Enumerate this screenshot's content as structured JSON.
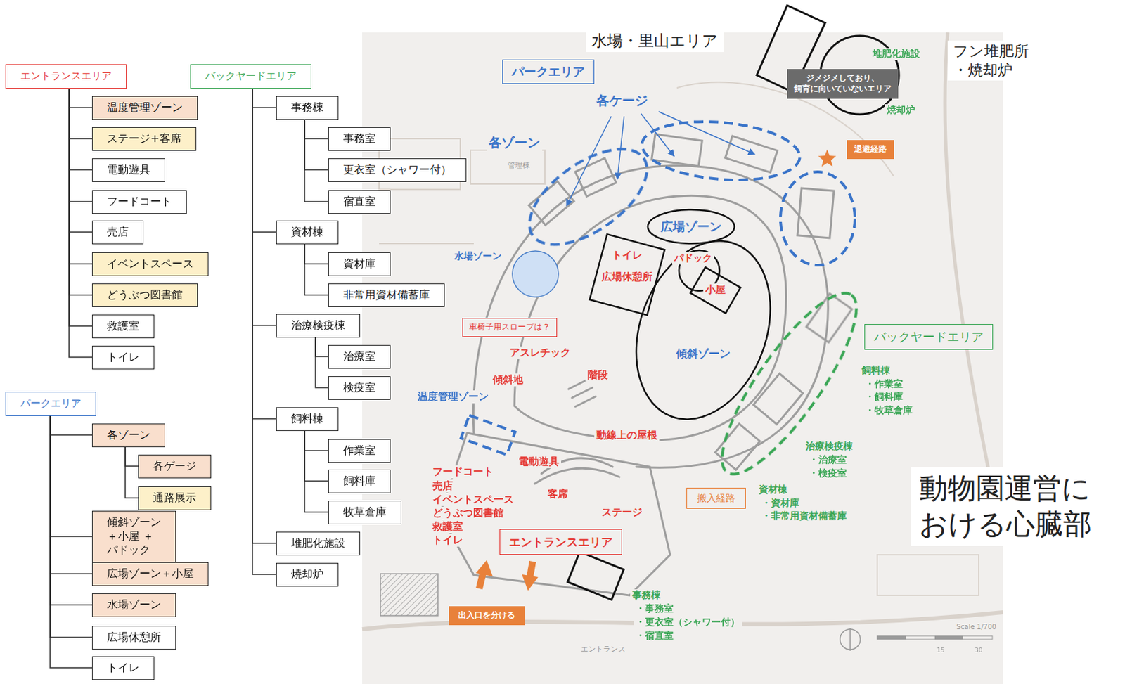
{
  "diagram": {
    "nodes": [
      {
        "text": [
          "エントランスエリア"
        ]
      },
      {
        "text": [
          "温度管理ゾーン"
        ]
      },
      {
        "text": [
          "ステージ+客席"
        ]
      },
      {
        "text": [
          "電動遊具"
        ]
      },
      {
        "text": [
          "フードコート"
        ]
      },
      {
        "text": [
          "売店"
        ]
      },
      {
        "text": [
          "イベントスペース"
        ]
      },
      {
        "text": [
          "どうぶつ図書館"
        ]
      },
      {
        "text": [
          "救護室"
        ]
      },
      {
        "text": [
          "トイレ"
        ]
      },
      {
        "text": [
          "バックヤードエリア"
        ]
      },
      {
        "text": [
          "事務棟"
        ]
      },
      {
        "text": [
          "事務室"
        ]
      },
      {
        "text": [
          "更衣室（シャワー付）"
        ]
      },
      {
        "text": [
          "宿直室"
        ]
      },
      {
        "text": [
          "資材棟"
        ]
      },
      {
        "text": [
          "資材庫"
        ]
      },
      {
        "text": [
          "非常用資材備蓄庫"
        ]
      },
      {
        "text": [
          "治療検疫棟"
        ]
      },
      {
        "text": [
          "治療室"
        ]
      },
      {
        "text": [
          "検疫室"
        ]
      },
      {
        "text": [
          "飼料棟"
        ]
      },
      {
        "text": [
          "作業室"
        ]
      },
      {
        "text": [
          "飼料庫"
        ]
      },
      {
        "text": [
          "牧草倉庫"
        ]
      },
      {
        "text": [
          "堆肥化施設"
        ]
      },
      {
        "text": [
          "焼却炉"
        ]
      },
      {
        "text": [
          "パークエリア"
        ]
      },
      {
        "text": [
          "各ゾーン"
        ]
      },
      {
        "text": [
          "各ゲージ"
        ]
      },
      {
        "text": [
          "通路展示"
        ]
      },
      {
        "text": [
          "傾斜ゾーン＋小屋 ＋パドック"
        ]
      },
      {
        "text": [
          "広場ゾーン＋小屋"
        ]
      },
      {
        "text": [
          "水場ゾーン"
        ]
      },
      {
        "text": [
          "広場休憩所"
        ]
      },
      {
        "text": [
          "トイレ"
        ]
      },
      {
        "text": [
          "パークエリア"
        ]
      },
      {
        "text": [
          "ジメジメしており、 飼育に向いていないエリア"
        ]
      },
      {
        "text": [
          "退避経路"
        ]
      },
      {
        "text": [
          "広場ゾーン"
        ]
      },
      {
        "text": [
          "トイレ",
          "広場休憩所"
        ]
      },
      {
        "text": [
          "傾斜ゾーン"
        ]
      },
      {
        "text": [
          "小屋"
        ],
        "in": 41
      },
      {
        "text": [
          "車椅子用スロープは？"
        ]
      },
      {
        "text": [
          "エントランスエリア"
        ]
      },
      {
        "text": [
          "出入口を分ける"
        ]
      },
      {
        "text": [
          "搬入経路"
        ]
      },
      {
        "text": [
          "バックヤードエリア"
        ]
      }
    ],
    "edges": [
      {
        "from": 0,
        "to": 1,
        "arrow": "none"
      },
      {
        "from": 0,
        "to": 2,
        "arrow": "none"
      },
      {
        "from": 0,
        "to": 3,
        "arrow": "none"
      },
      {
        "from": 0,
        "to": 4,
        "arrow": "none"
      },
      {
        "from": 0,
        "to": 5,
        "arrow": "none"
      },
      {
        "from": 0,
        "to": 6,
        "arrow": "none"
      },
      {
        "from": 0,
        "to": 7,
        "arrow": "none"
      },
      {
        "from": 0,
        "to": 8,
        "arrow": "none"
      },
      {
        "from": 0,
        "to": 9,
        "arrow": "none"
      },
      {
        "from": 10,
        "to": 11,
        "arrow": "none"
      },
      {
        "from": 11,
        "to": 12,
        "arrow": "none"
      },
      {
        "from": 11,
        "to": 13,
        "arrow": "none"
      },
      {
        "from": 11,
        "to": 14,
        "arrow": "none"
      },
      {
        "from": 10,
        "to": 15,
        "arrow": "none"
      },
      {
        "from": 15,
        "to": 16,
        "arrow": "none"
      },
      {
        "from": 15,
        "to": 17,
        "arrow": "none"
      },
      {
        "from": 10,
        "to": 18,
        "arrow": "none"
      },
      {
        "from": 18,
        "to": 19,
        "arrow": "none"
      },
      {
        "from": 18,
        "to": 20,
        "arrow": "none"
      },
      {
        "from": 10,
        "to": 21,
        "arrow": "none"
      },
      {
        "from": 21,
        "to": 22,
        "arrow": "none"
      },
      {
        "from": 21,
        "to": 23,
        "arrow": "none"
      },
      {
        "from": 21,
        "to": 24,
        "arrow": "none"
      },
      {
        "from": 10,
        "to": 25,
        "arrow": "none"
      },
      {
        "from": 10,
        "to": 26,
        "arrow": "none"
      },
      {
        "from": 27,
        "to": 28,
        "arrow": "none"
      },
      {
        "from": 28,
        "to": 29,
        "arrow": "none"
      },
      {
        "from": 28,
        "to": 30,
        "arrow": "none"
      },
      {
        "from": 27,
        "to": 31,
        "arrow": "none"
      },
      {
        "from": 27,
        "to": 32,
        "arrow": "none"
      },
      {
        "from": 27,
        "to": 33,
        "arrow": "none"
      },
      {
        "from": 27,
        "to": 34,
        "arrow": "none"
      },
      {
        "from": 27,
        "to": 35,
        "arrow": "none"
      }
    ],
    "labels": [
      "水場・里山エリア",
      "フン堆肥所 ・焼却炉",
      "堆肥化施設",
      "焼却炉",
      "各ケージ",
      "各ゾーン",
      "水場ゾーン",
      "パドック",
      "アスレチック",
      "傾斜地",
      "階段",
      "温度管理ゾーン",
      "動線上の屋根",
      "電動遊具",
      "客席",
      "ステージ",
      "フードコート",
      "売店",
      "イベントスペース",
      "どうぶつ図書館",
      "救護室",
      "トイレ",
      "事務棟",
      "・事務室",
      "・更衣室（シャワー付）",
      "・宿直室",
      "資材棟",
      "・資材庫",
      "・非常用資材備蓄庫",
      "治療検疫棟",
      "・治療室",
      "・検疫室",
      "飼料棟",
      "・作業室",
      "・飼料庫",
      "・牧草倉庫",
      "動物園運営に おける心臓部",
      "管理棟",
      "エントランス",
      "Scale 1/700",
      "15",
      "30"
    ]
  }
}
